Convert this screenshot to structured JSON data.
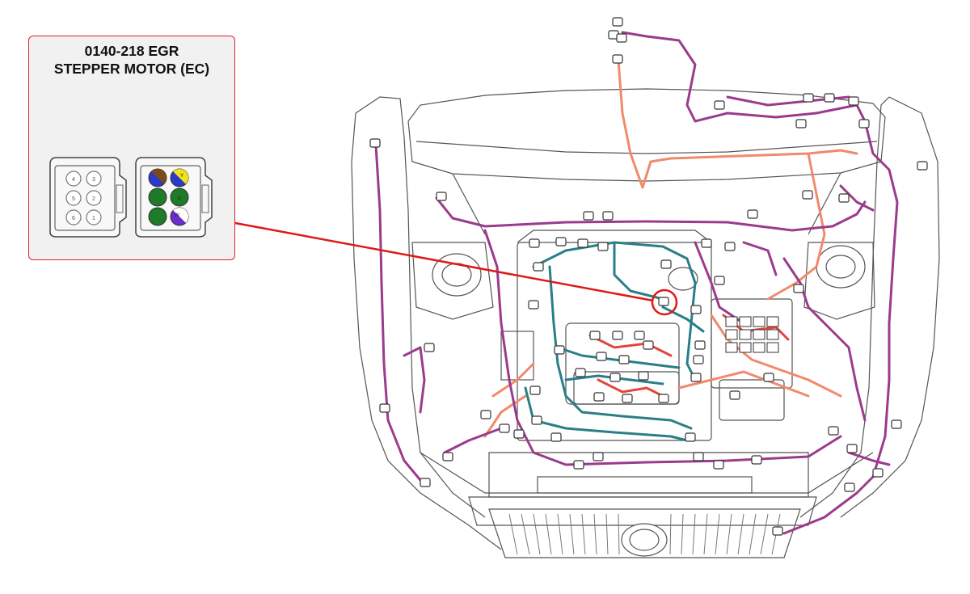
{
  "callout": {
    "title_line1": "0140-218 EGR",
    "title_line2": "STEPPER MOTOR (EC)"
  },
  "connector_face": {
    "pins": [
      {
        "number": "4",
        "label": ""
      },
      {
        "number": "3",
        "label": "Y"
      },
      {
        "number": "5",
        "label": ""
      },
      {
        "number": "2",
        "label": "G"
      },
      {
        "number": "6",
        "label": ""
      },
      {
        "number": "1",
        "label": "W"
      }
    ],
    "wire_colors": {
      "pin4": "#7a4a1e",
      "pin3": "#f2e21a",
      "pin5": "#1f7a2a",
      "pin2": "#1f7a2a",
      "pin6": "#1f7a2a",
      "pin1": "#6b2bd1"
    }
  },
  "colors": {
    "callout_border": "#d9262b",
    "leader_line": "#e01818",
    "harness_purple": "#9c3a8c",
    "harness_teal": "#2a7f86",
    "harness_orange": "#f08a6a",
    "harness_red": "#e2463a",
    "outline": "#555555"
  }
}
